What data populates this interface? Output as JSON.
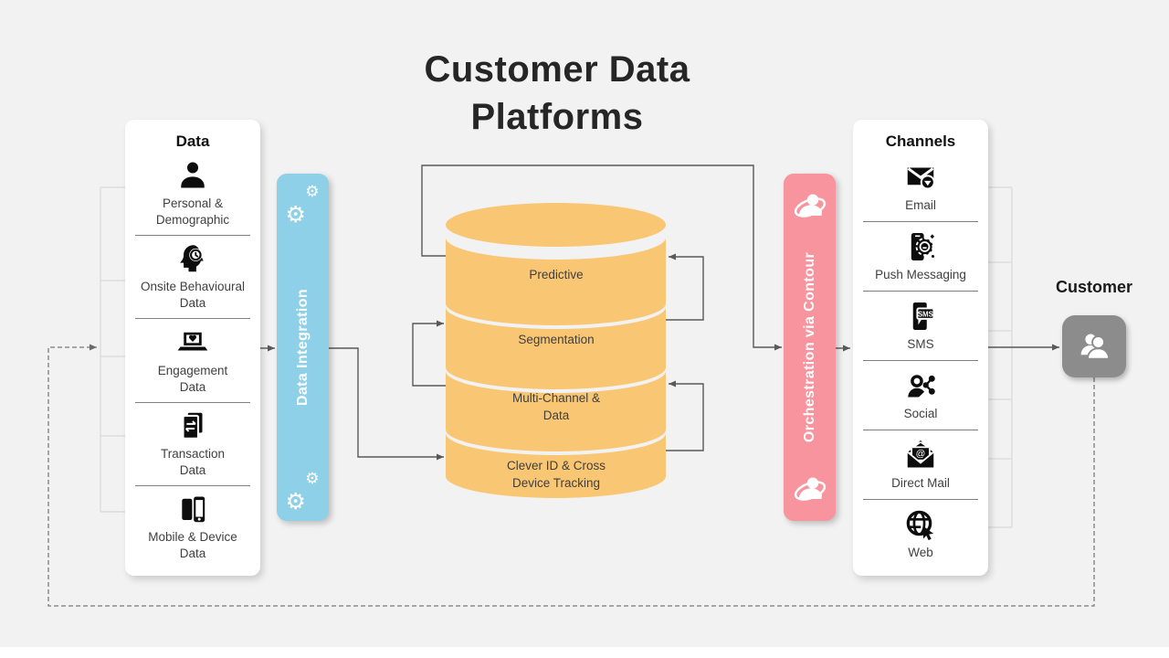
{
  "title": {
    "text": "Customer Data\nPlatforms"
  },
  "colors": {
    "background": "#f2f2f2",
    "panel": "#ffffff",
    "integration_bar": "#8fd0e9",
    "orchestration_bar": "#f7949d",
    "database_fill": "#f9c674",
    "customer_box": "#8c8c8c",
    "connector": "#595959",
    "bracket": "#d9d9d9",
    "dashed_loop": "#7a7a7a",
    "title_text": "#262626",
    "item_label_text": "#3f3f3f"
  },
  "data_panel": {
    "header": "Data",
    "items": [
      {
        "icon": "person-icon",
        "label": "Personal &\nDemographic"
      },
      {
        "icon": "behavioural-head-icon",
        "label": "Onsite Behavioural\nData"
      },
      {
        "icon": "engagement-laptop-icon",
        "label": "Engagement\nData"
      },
      {
        "icon": "transaction-docs-icon",
        "label": "Transaction\nData"
      },
      {
        "icon": "mobile-device-icon",
        "label": "Mobile & Device\nData"
      }
    ]
  },
  "integration_bar": {
    "label": "Data Integration",
    "icon": "gears-icon"
  },
  "database": {
    "layers": [
      {
        "label": "Predictive"
      },
      {
        "label": "Segmentation"
      },
      {
        "label": "Multi-Channel &\nData"
      },
      {
        "label": "Clever ID & Cross\nDevice Tracking"
      }
    ]
  },
  "orchestration_bar": {
    "label": "Orchestration via Contour",
    "icon": "orbit-person-icon"
  },
  "channels_panel": {
    "header": "Channels",
    "items": [
      {
        "icon": "email-icon",
        "label": "Email"
      },
      {
        "icon": "push-messaging-icon",
        "label": "Push Messaging"
      },
      {
        "icon": "sms-icon",
        "label": "SMS"
      },
      {
        "icon": "social-icon",
        "label": "Social"
      },
      {
        "icon": "direct-mail-icon",
        "label": "Direct Mail"
      },
      {
        "icon": "web-icon",
        "label": "Web"
      }
    ]
  },
  "customer": {
    "label": "Customer",
    "icon": "customer-group-icon"
  }
}
